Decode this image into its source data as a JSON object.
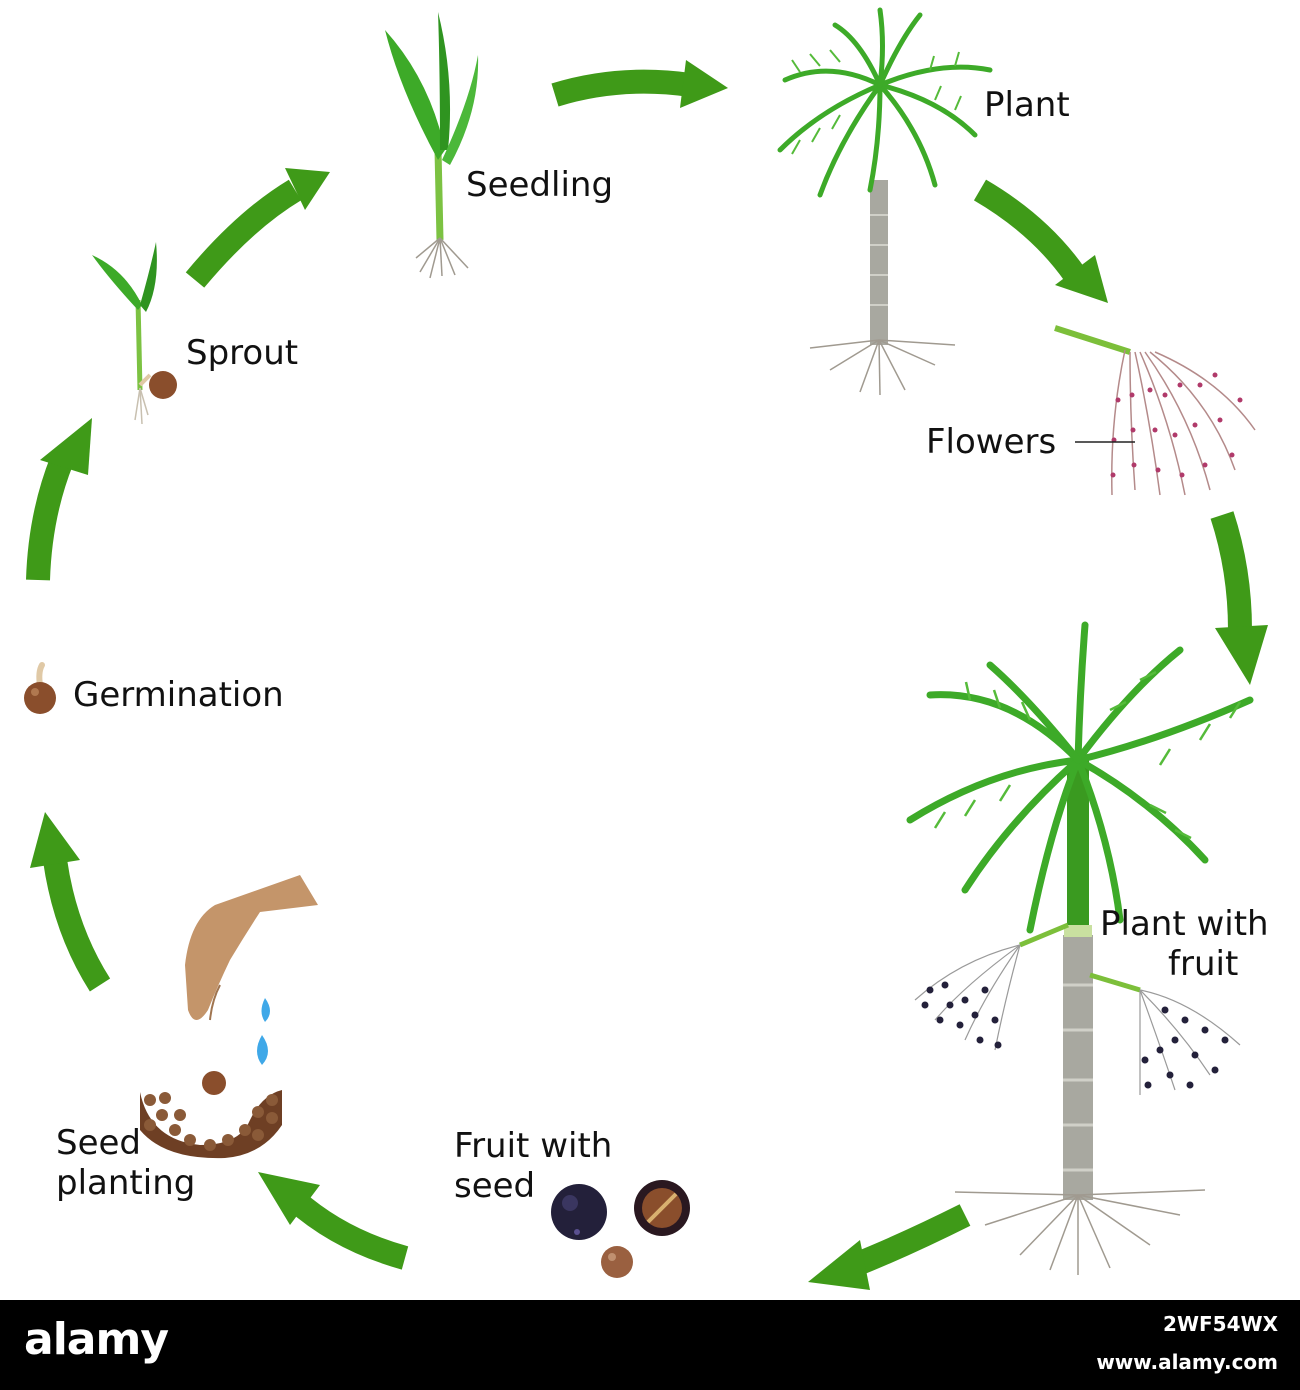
{
  "stages": {
    "plant": "Plant",
    "flowers": "Flowers",
    "plant_with_fruit": [
      "Plant with",
      "fruit"
    ],
    "fruit_with_seed": [
      "Fruit with",
      "seed"
    ],
    "seed_planting": [
      "Seed",
      "planting"
    ],
    "germination": "Germination",
    "sprout": "Sprout",
    "seedling": "Seedling"
  },
  "footer": {
    "brand": "alamy",
    "image_id": "2WF54WX",
    "url": "www.alamy.com"
  },
  "colors": {
    "arrow": "#3f9a18",
    "leaf": "#3daa28",
    "trunk": "#a8a8a0",
    "seed": "#8a4e2c",
    "fruit": "#23203a",
    "water": "#3fa8e8",
    "hand": "#c4956a"
  }
}
